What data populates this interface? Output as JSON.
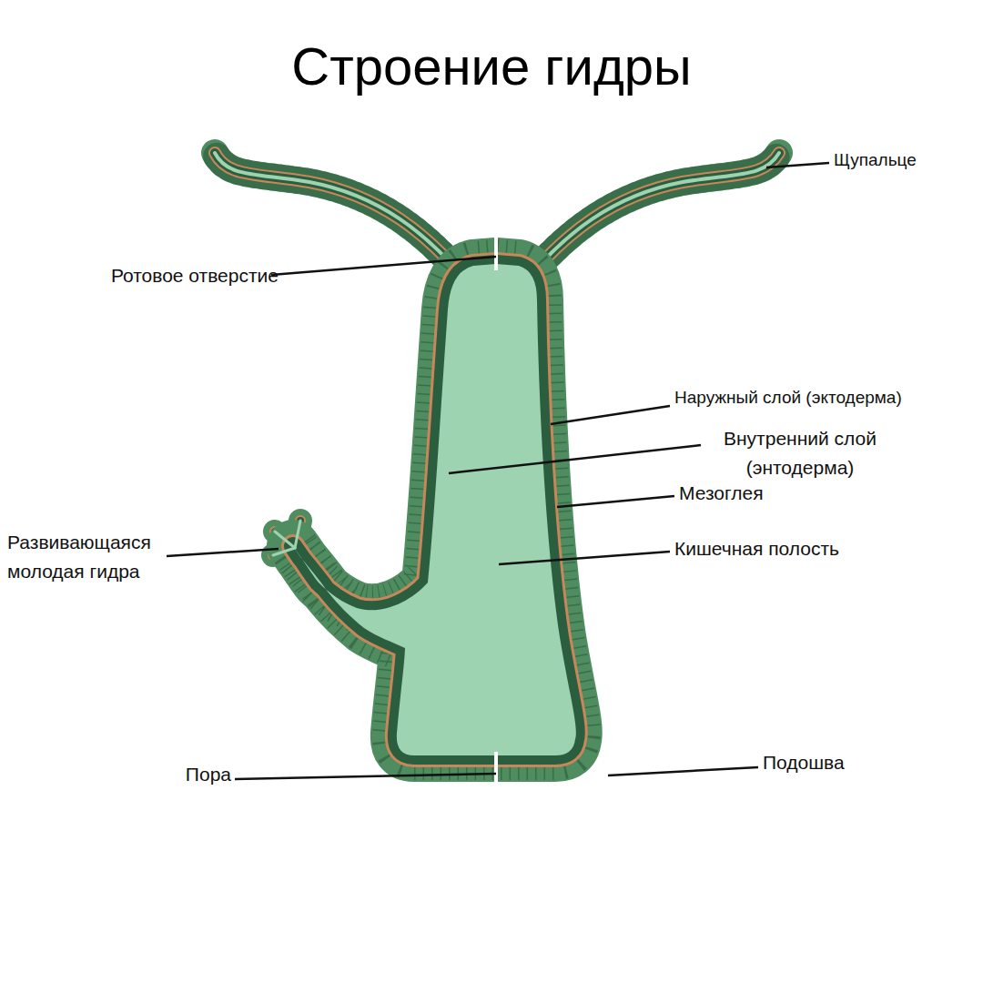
{
  "diagram": {
    "title": "Строение гидры",
    "labels": [
      "Щупальце",
      "Ротовое отверстие",
      "Наружный слой (эктодерма)",
      "Внутренний слой (энтодерма)",
      "Мезоглея",
      "Развивающаяся молодая гидра",
      "Кишечная полость",
      "Пора",
      "Подошва"
    ]
  }
}
